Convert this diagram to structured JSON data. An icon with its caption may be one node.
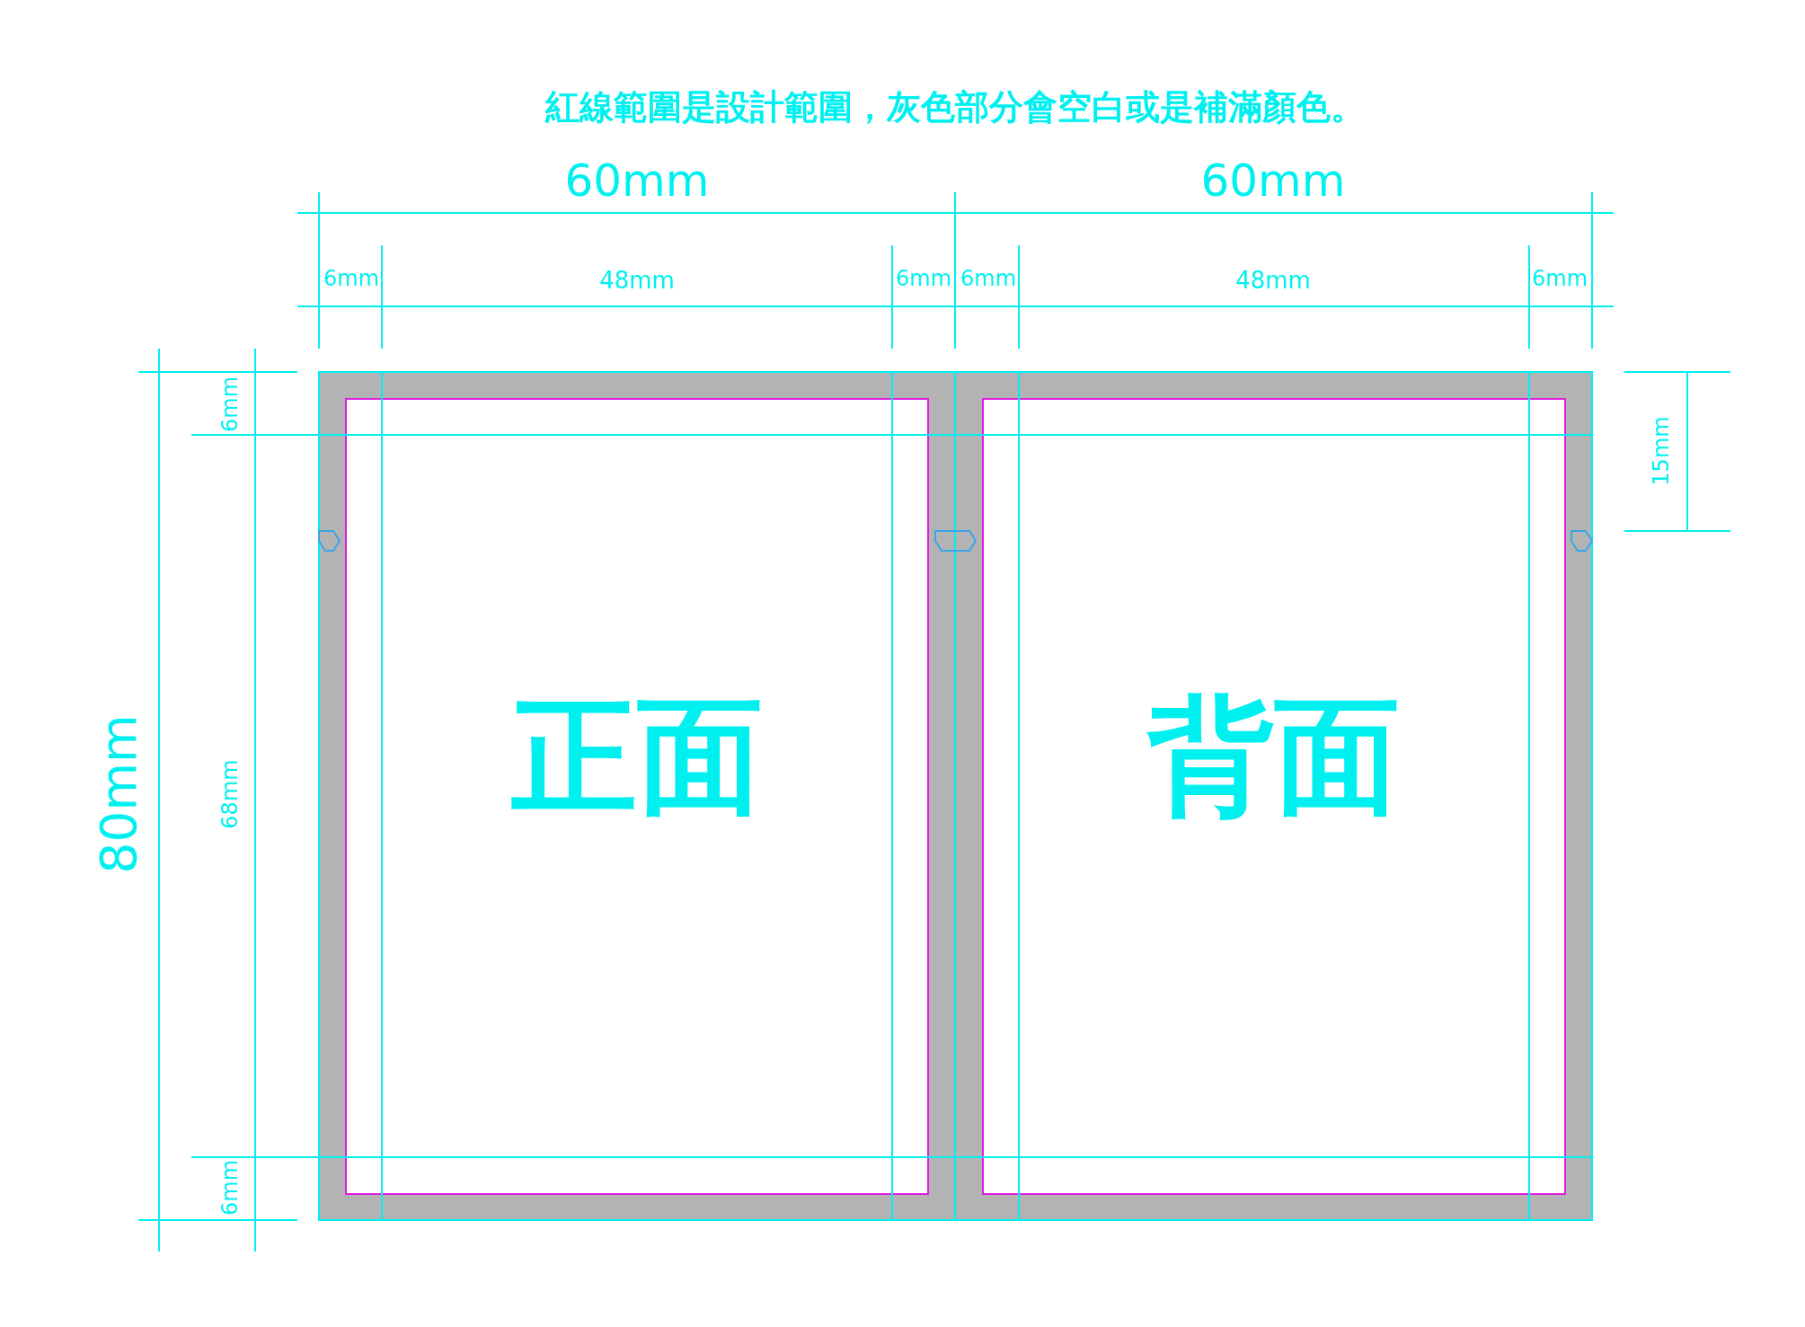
{
  "diagram": {
    "title": "紅線範圍是設計範圍，灰色部分會空白或是補滿顏色。",
    "nodes": [
      {
        "text": [
          "正面"
        ]
      },
      {
        "text": [
          "背面"
        ]
      }
    ],
    "labels": [
      "60mm",
      "60mm",
      "6mm",
      "48mm",
      "6mm",
      "6mm",
      "48mm",
      "6mm",
      "6mm",
      "15mm",
      "80mm",
      "68mm",
      "6mm"
    ]
  }
}
